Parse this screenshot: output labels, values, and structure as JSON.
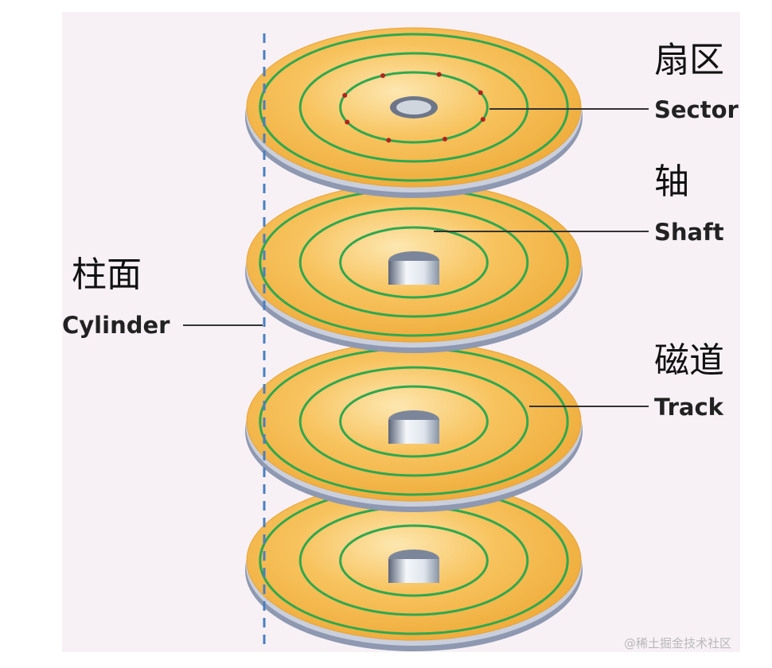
{
  "labels": {
    "sector_cn": "扇区",
    "sector_en": "Sector",
    "shaft_cn": "轴",
    "shaft_en": "Shaft",
    "cylinder_cn": "柱面",
    "cylinder_en": "Cylinder",
    "track_cn": "磁道",
    "track_en": "Track"
  },
  "watermark": "@稀土掘金技术社区",
  "platter_count": 4,
  "colors": {
    "panel": "#f7f1f6",
    "platter": "#f5b94a",
    "platter_light": "#fbd98c",
    "platter_edge": "#8e98b0",
    "track": "#2fa84f",
    "sector_mark": "#b0231f",
    "shaft": "#e8eef4",
    "cylinder_line": "#4a7fc0"
  },
  "icons": [
    "hard-disk-platter-stack"
  ]
}
